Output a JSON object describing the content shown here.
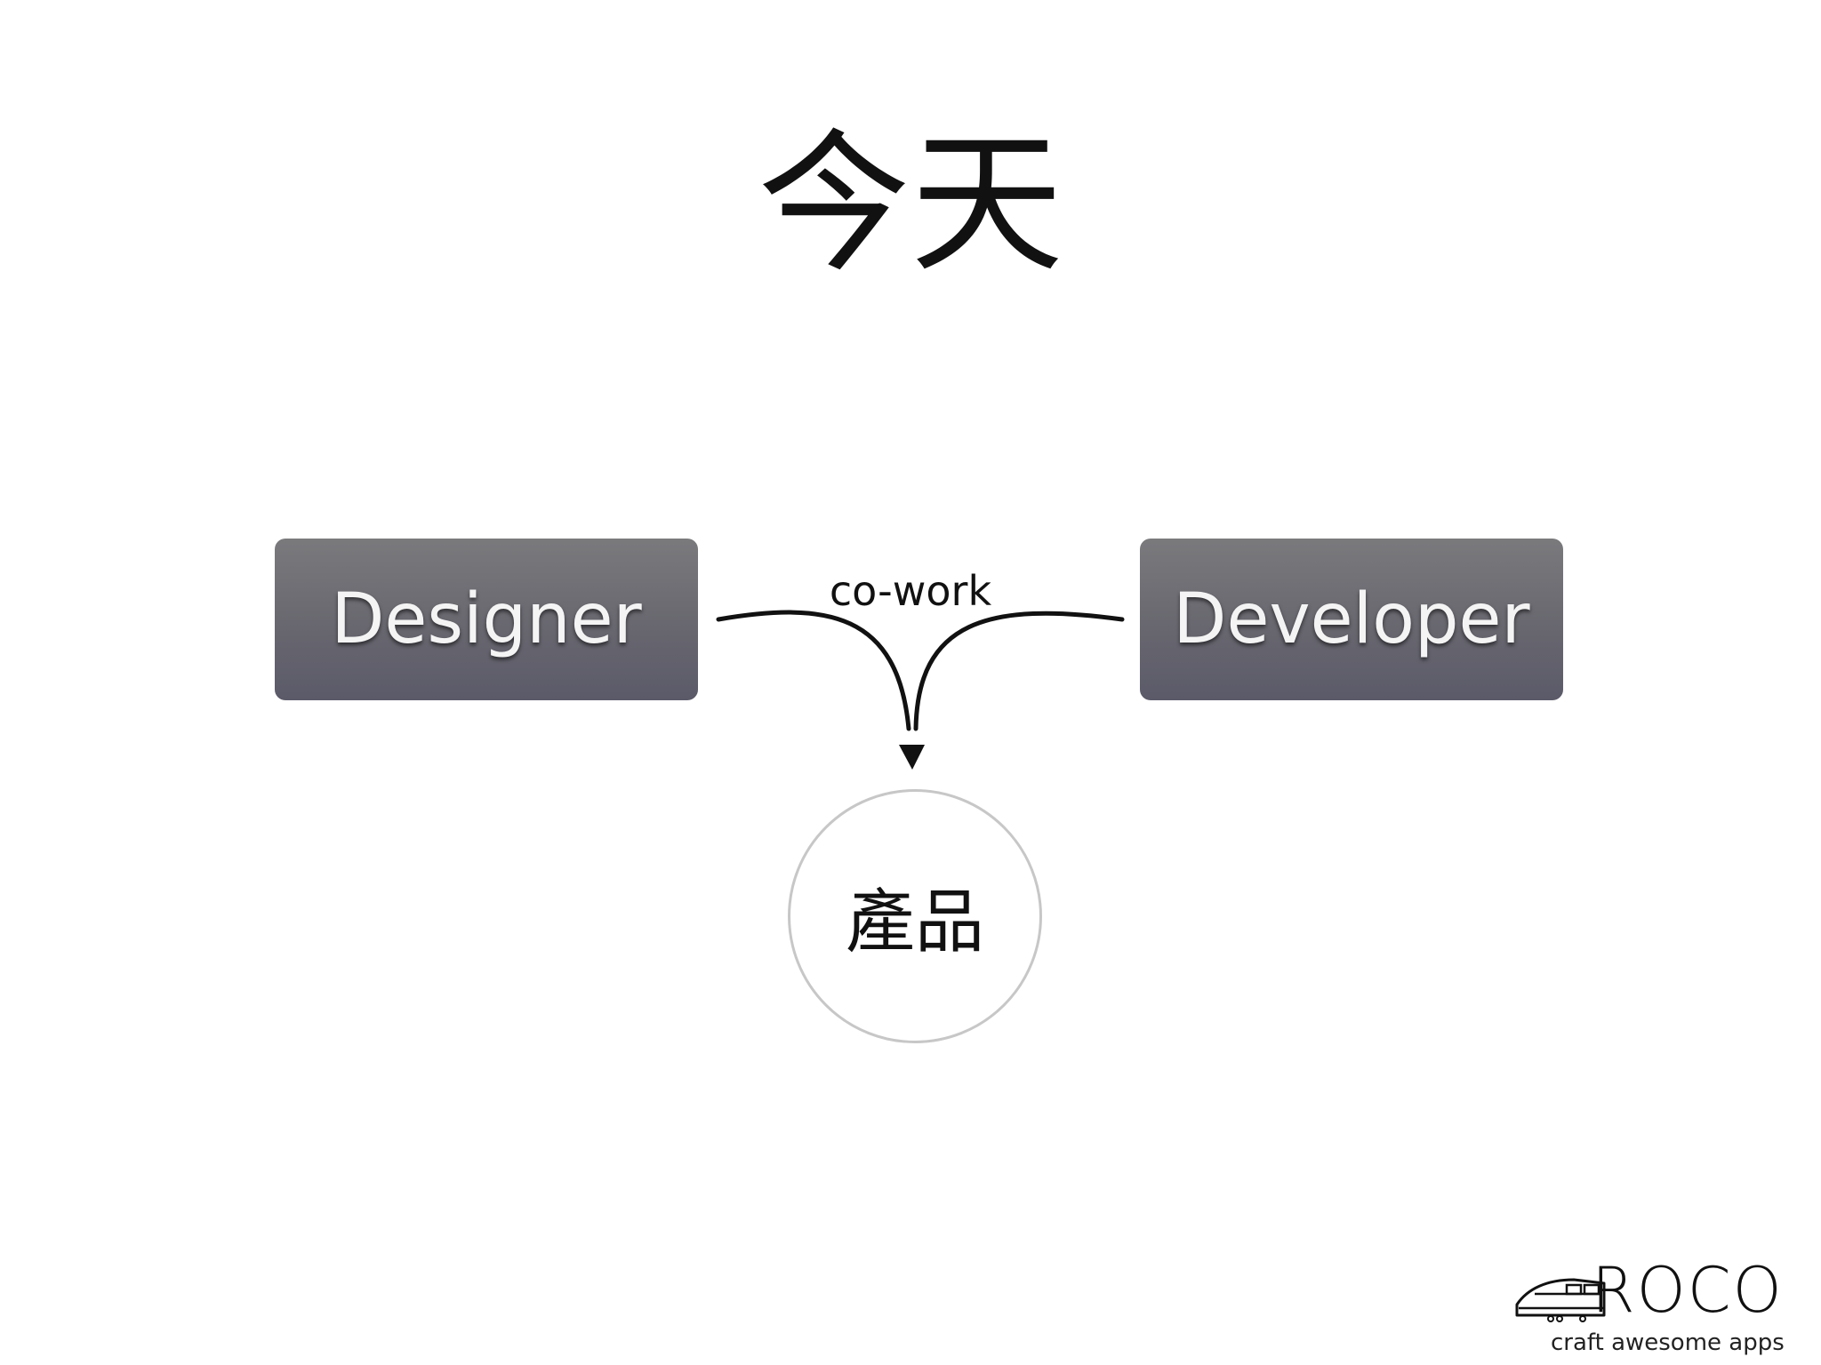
{
  "title": "今天",
  "nodes": {
    "designer": "Designer",
    "developer": "Developer",
    "product": "產品"
  },
  "edge_label": "co-work",
  "logo": {
    "wordmark": "ROCO",
    "tagline": "craft awesome apps",
    "icon": "train-icon"
  },
  "colors": {
    "box_top": "#7a7a7d",
    "box_bottom": "#5b5a69",
    "box_text": "#f4f4f4",
    "circle_border": "#c7c7c7",
    "ink": "#111111"
  }
}
